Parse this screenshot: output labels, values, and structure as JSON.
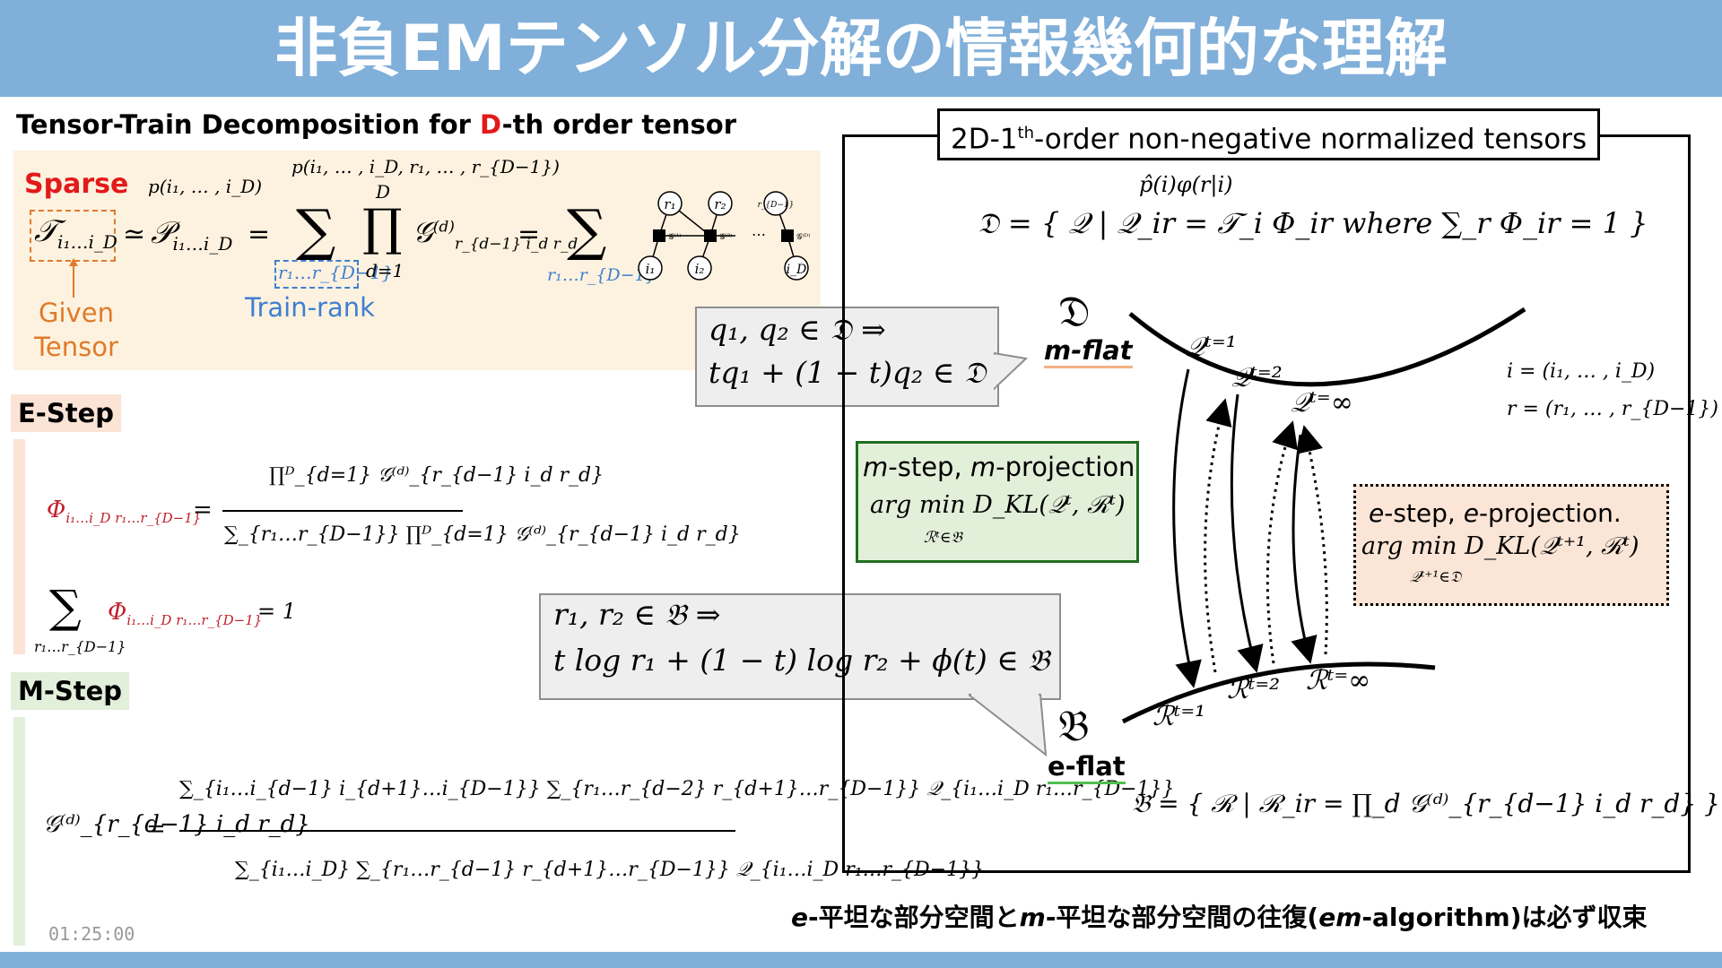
{
  "header": {
    "title": "非負EMテンソル分解の情報幾何的な理解"
  },
  "tt": {
    "heading_pre": "Tensor-Train Decomposition for ",
    "heading_d": "D",
    "heading_post": "-th order tensor",
    "sparse_label": "Sparse",
    "given_tensor_line1": "Given",
    "given_tensor_line2": "Tensor",
    "train_rank_label": "Train-rank",
    "p_label": "p(i₁, … , i_D)",
    "p_joint_label": "p(i₁, … , i_D, r₁, … , r_{D−1})",
    "lhs_T": "𝒯",
    "lhs_T_sub": "i₁…i_D",
    "approx": "≃",
    "lhs_P": "𝒫",
    "lhs_P_sub": "i₁…i_D",
    "equals": "=",
    "sum_sym": "∑",
    "prod_sym": "∏",
    "prod_top": "D",
    "prod_bottom": "d=1",
    "sum_sub_box": "r₁…r_{D−1}",
    "G_term": "𝒢",
    "G_sup": "(d)",
    "G_sub": "r_{d−1} i_d r_d",
    "sum2_sub": "r₁…r_{D−1}",
    "tn_nodes_top": [
      "r₁",
      "r₂",
      "r_{D−1}"
    ],
    "tn_nodes_bottom": [
      "i₁",
      "i₂",
      "i_D"
    ],
    "tn_cores": [
      "𝒢⁽¹⁾",
      "𝒢⁽²⁾",
      "𝒢⁽ᴰ⁾"
    ],
    "tn_dots": "…"
  },
  "estep": {
    "label": "E-Step",
    "phi": "Φ",
    "phi_sub": "i₁…i_D r₁…r_{D−1}",
    "num": "∏ᴰ_{d=1} 𝒢⁽ᵈ⁾_{r_{d−1} i_d r_d}",
    "den": "∑_{r₁…r_{D−1}} ∏ᴰ_{d=1} 𝒢⁽ᵈ⁾_{r_{d−1} i_d r_d}",
    "norm_sum": "∑",
    "norm_sub": "r₁…r_{D−1}",
    "norm_rhs": "= 1"
  },
  "mstep": {
    "label": "M-Step",
    "lhs": "𝒢⁽ᵈ⁾_{r_{d−1} i_d r_d}",
    "num": "∑_{i₁…i_{d−1} i_{d+1}…i_{D−1}} ∑_{r₁…r_{d−2} r_{d+1}…r_{D−1}} 𝒬_{i₁…i_D r₁…r_{D−1}}",
    "den": "∑_{i₁…i_D} ∑_{r₁…r_{d−1} r_{d+1}…r_{D−1}} 𝒬_{i₁…i_D r₁…r_{D−1}}",
    "timestamp": "01:25:00"
  },
  "bubbles": {
    "q_line1": "q₁, q₂ ∈ 𝔇  ⇒",
    "q_line2": "tq₁ + (1 − t)q₂ ∈ 𝔇",
    "r_line1": "r₁, r₂ ∈ 𝔅  ⇒",
    "r_line2": "t log r₁ + (1 − t) log r₂ + ϕ(t) ∈ 𝔅"
  },
  "diagram": {
    "box_title_pre": "2D-1",
    "box_title_sup": "th",
    "box_title_post": "-order non-negative normalized tensors",
    "D_def_top": "p̂(i)φ(r|i)",
    "D_def": "𝔇 = { 𝒬 | 𝒬_ir = 𝒯_i Φ_ir  where  ∑_r Φ_ir = 1 }",
    "D_symbol": "𝔇",
    "m_flat": "m-flat",
    "B_symbol": "𝔅",
    "e_flat": "e-flat",
    "i_def": "i = (i₁, … , i_D)",
    "r_def": "r = (r₁, … , r_{D−1})",
    "Q_labels": [
      "𝒬ᵗ⁼¹",
      "𝒬ᵗ⁼²",
      "𝒬ᵗ⁼∞"
    ],
    "R_labels": [
      "ℛᵗ⁼¹",
      "ℛᵗ⁼²",
      "ℛᵗ⁼∞"
    ],
    "mstep_line1_a": "m",
    "mstep_line1_b": "-step, ",
    "mstep_line1_c": "m",
    "mstep_line1_d": "-projection",
    "mstep_line2": "arg min D_KL(𝒬ᵗ, ℛᵗ)",
    "mstep_line3": "ℛᵗ∈𝔅",
    "estep_line1_a": "e",
    "estep_line1_b": "-step, ",
    "estep_line1_c": "e",
    "estep_line1_d": "-projection.",
    "estep_line2": "arg min  D_KL(𝒬ᵗ⁺¹, ℛᵗ)",
    "estep_line3": "𝒬ᵗ⁺¹∈𝔇",
    "B_def": "𝔅 = { ℛ | ℛ_ir = ∏_d 𝒢⁽ᵈ⁾_{r_{d−1} i_d r_d} }"
  },
  "footer": {
    "e": "e",
    "t1": "-平坦な部分空間と",
    "m": "m",
    "t2": "-平坦な部分空間の往復(",
    "em": "em",
    "t3": "-algorithm)は必ず収束"
  },
  "colors": {
    "title_bar": "#80afd9",
    "red": "#e21a1a",
    "orange": "#e07a2a",
    "blue": "#3f7fd1",
    "yellow_panel": "#fdf2df",
    "estep_tag": "#fbe3d6",
    "mstep_tag": "#e2efda",
    "mstep_box": "#e2efd9",
    "mstep_border": "#1f6e1f",
    "estep_box": "#fbe5d6"
  }
}
